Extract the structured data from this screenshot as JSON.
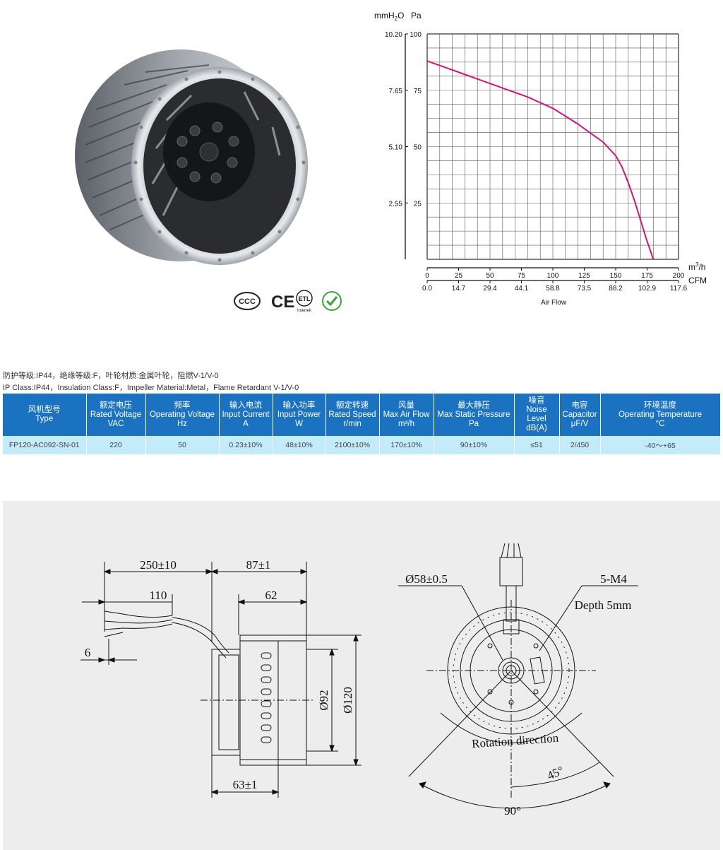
{
  "certifications": [
    {
      "name": "ccc-mark",
      "label": "CCC"
    },
    {
      "name": "ce-mark",
      "label": "CE"
    },
    {
      "name": "etl-mark",
      "label": "ETL",
      "sub": "Intertek"
    },
    {
      "name": "rohs-mark",
      "label": "RoHS"
    }
  ],
  "notes": {
    "cn": "防护等级:IP44，绝缘等级:F，叶轮材质:金属叶轮，阻燃V-1/V-0",
    "en": "IP Class:IP44，Insulation Class:F，Impeller Material:Metal，Flame Retardant V-1/V-0"
  },
  "table": {
    "headers": [
      {
        "cn": "风机型号",
        "en": "Type",
        "unit": ""
      },
      {
        "cn": "额定电压",
        "en": "Rated Voltage",
        "unit": "VAC"
      },
      {
        "cn": "频率",
        "en": "Operating Voltage",
        "unit": "Hz"
      },
      {
        "cn": "输入电流",
        "en": "Input Current",
        "unit": "A"
      },
      {
        "cn": "输入功率",
        "en": "Input Power",
        "unit": "W"
      },
      {
        "cn": "额定转速",
        "en": "Rated Speed",
        "unit": "r/min"
      },
      {
        "cn": "风量",
        "en": "Max Air Flow",
        "unit": "m³/h"
      },
      {
        "cn": "最大静压",
        "en": "Max Static Pressure",
        "unit": "Pa"
      },
      {
        "cn": "噪音",
        "en": "Noise Level",
        "unit": "dB(A)"
      },
      {
        "cn": "电容",
        "en": "Capacitor",
        "unit": "μF/V"
      },
      {
        "cn": "环境温度",
        "en": "Operating Temperature",
        "unit": "°C"
      }
    ],
    "rows": [
      [
        "FP120-AC092-SN-01",
        "220",
        "50",
        "0.23±10%",
        "48±10%",
        "2100±10%",
        "170±10%",
        "90±10%",
        "≤51",
        "2/450",
        "-40～+65"
      ]
    ]
  },
  "chart_data": {
    "type": "line",
    "xlabel": "Air Flow",
    "x_unit_primary": "m³/h",
    "x_unit_secondary": "CFM",
    "x_ticks": [
      0,
      25,
      50,
      75,
      100,
      125,
      150,
      175,
      200
    ],
    "x_ticks_secondary": [
      "0.0",
      "14.7",
      "29.4",
      "44.1",
      "58.8",
      "73.5",
      "88.2",
      "102.9",
      "117.6"
    ],
    "y_unit_left": "mmH₂O",
    "y_unit_right": "Pa",
    "y_ticks": [
      25,
      50,
      75,
      100
    ],
    "y_ticks_left": [
      "2.55",
      "5.10",
      "7.65",
      "10.20"
    ],
    "xlim": [
      0,
      200
    ],
    "ylim": [
      0,
      100
    ],
    "grid": true,
    "color": "#d6137a",
    "series": [
      {
        "x": [
          0,
          20,
          40,
          60,
          80,
          100,
          110,
          120,
          130,
          140,
          150,
          155,
          160,
          165,
          170,
          175,
          180
        ],
        "y": [
          88,
          84,
          80,
          76,
          72,
          67,
          63.5,
          60,
          56,
          52,
          46,
          41,
          34,
          26,
          17,
          8,
          0
        ]
      }
    ]
  },
  "drawing": {
    "side": {
      "lead_length": "250±10",
      "strip_length": "110",
      "strip_end": "6",
      "depth": "87±1",
      "body_depth": "62",
      "inner_dia": "Ø92",
      "outer_dia": "Ø120",
      "hub_depth": "63±1"
    },
    "front": {
      "hub_dia": "Ø58±0.5",
      "mount": "5-M4",
      "mount_depth": "Depth 5mm",
      "rotation": "Rotation direction",
      "angle_small": "45°",
      "angle_large": "90°"
    }
  }
}
